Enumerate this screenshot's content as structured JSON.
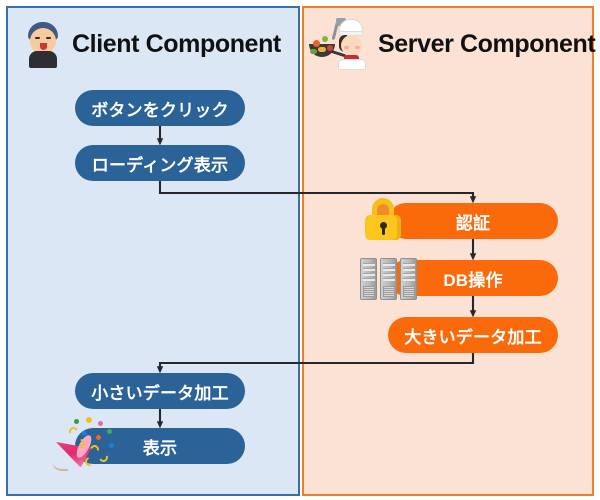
{
  "diagram": {
    "title": "Client Component / Server Component flow",
    "colors": {
      "client_panel_bg": "#dce7f5",
      "client_panel_border": "#3a6ea8",
      "server_panel_bg": "#fbe2d5",
      "server_panel_border": "#f07d2a",
      "client_node": "#2b6298",
      "server_node": "#fb6a0a",
      "node_text": "#ffffff",
      "connector": "#26262b",
      "page_bg": "#ffffff"
    }
  },
  "client_panel": {
    "title": "Client Component",
    "icon": "person-emoji",
    "nodes": [
      {
        "id": "click",
        "label": "ボタンをクリック",
        "icon": null
      },
      {
        "id": "loading",
        "label": "ローディング表示",
        "icon": null
      },
      {
        "id": "small",
        "label": "小さいデータ加工",
        "icon": null
      },
      {
        "id": "display",
        "label": "表示",
        "icon": "party-popper-icon"
      }
    ]
  },
  "server_panel": {
    "title": "Server Component",
    "icon": "chef-cooking-icon",
    "nodes": [
      {
        "id": "auth",
        "label": "認証",
        "icon": "lock-icon"
      },
      {
        "id": "db",
        "label": "DB操作",
        "icon": "server-racks-icon"
      },
      {
        "id": "bigdata",
        "label": "大きいデータ加工",
        "icon": null
      }
    ]
  },
  "flow": {
    "edges": [
      {
        "from": "click",
        "to": "loading",
        "kind": "vertical"
      },
      {
        "from": "loading",
        "to": "auth",
        "kind": "cross-to-server"
      },
      {
        "from": "auth",
        "to": "db",
        "kind": "vertical"
      },
      {
        "from": "db",
        "to": "bigdata",
        "kind": "vertical"
      },
      {
        "from": "bigdata",
        "to": "small",
        "kind": "cross-to-client"
      },
      {
        "from": "small",
        "to": "display",
        "kind": "vertical"
      }
    ]
  }
}
